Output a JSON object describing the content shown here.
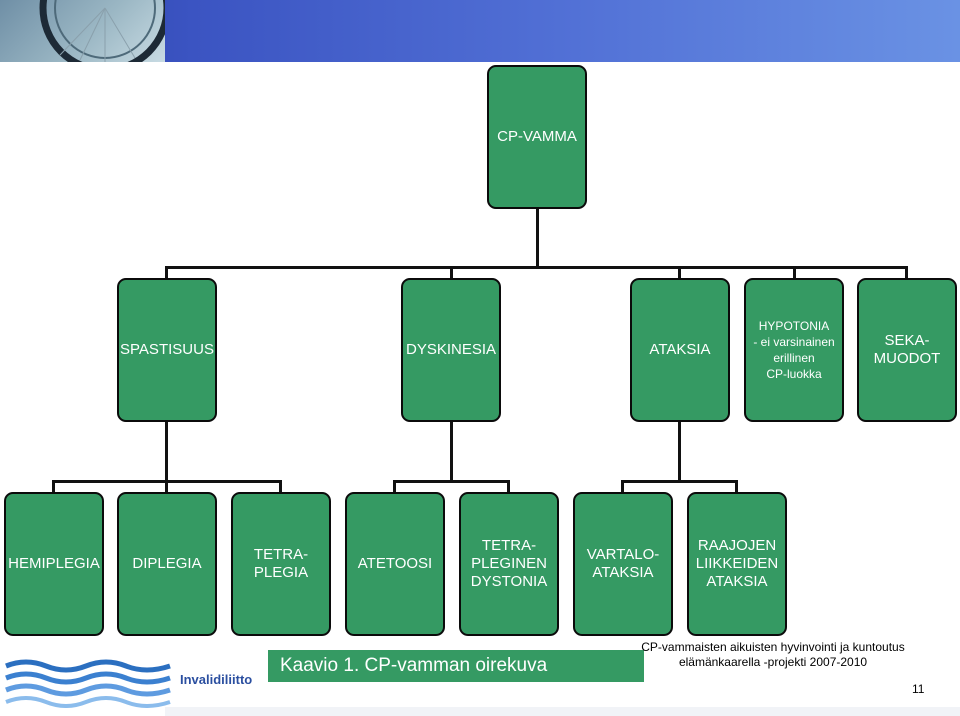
{
  "root": {
    "label": "CP-VAMMA"
  },
  "types": [
    {
      "label": "SPASTISUUS"
    },
    {
      "label": "DYSKINESIA"
    },
    {
      "label": "ATAKSIA"
    },
    {
      "label": "HYPOTONIA\n- ei varsinainen\nerillinen\nCP-luokka"
    },
    {
      "label": "SEKA-\nMUODOT"
    }
  ],
  "subtypes": [
    {
      "label": "HEMIPLEGIA"
    },
    {
      "label": "DIPLEGIA"
    },
    {
      "label": "TETRA-\nPLEGIA"
    },
    {
      "label": "ATETOOSI"
    },
    {
      "label": "TETRA-\nPLEGINEN\nDYSTONIA"
    },
    {
      "label": "VARTALO-\nATAKSIA"
    },
    {
      "label": "RAAJOJEN\nLIIKKEIDEN\nATAKSIA"
    }
  ],
  "footer": {
    "logo_text": "Invalidiliitto",
    "caption": "Kaavio 1. CP-vamman oirekuva",
    "project": "CP-vammaisten aikuisten hyvinvointi ja kuntoutus\nelämänkaarella -projekti 2007-2010",
    "page_number": "11"
  },
  "colors": {
    "node_fill": "#359a63",
    "banner": "#3b54c2",
    "logo": "#2b4fa0"
  }
}
